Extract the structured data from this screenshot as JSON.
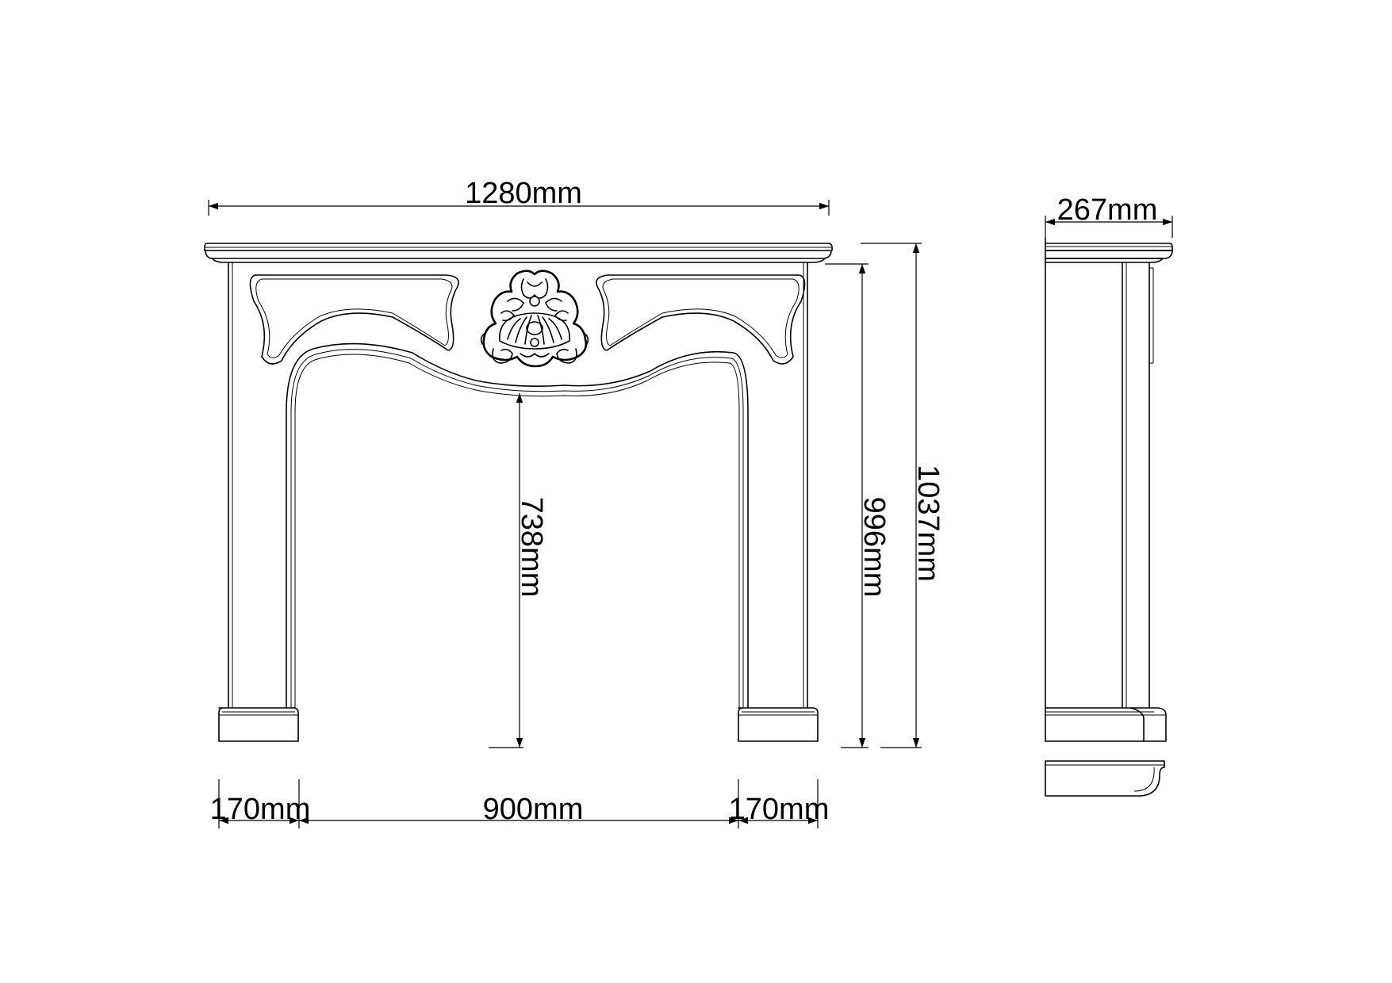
{
  "dimensions": {
    "overall_width": "1280mm",
    "depth": "267mm",
    "opening_height": "738mm",
    "leg_height": "996mm",
    "total_height": "1037mm",
    "left_leg_width": "170mm",
    "opening_width": "900mm",
    "right_leg_width": "170mm"
  },
  "colors": {
    "line": "#000000",
    "background": "#ffffff"
  }
}
